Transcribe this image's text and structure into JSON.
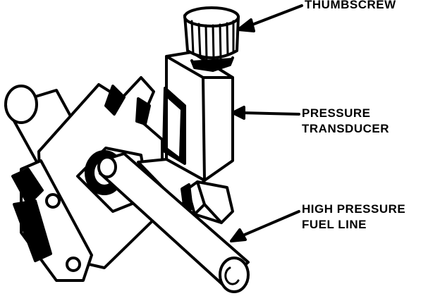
{
  "labels": {
    "thumbscrew": "THUMBSCREW",
    "pressure_transducer": [
      "PRESSURE",
      "TRANSDUCER"
    ],
    "high_pressure_fuel_line": [
      "HIGH PRESSURE",
      "FUEL LINE"
    ]
  },
  "colors": {
    "ink": "#000000",
    "paper": "#ffffff"
  }
}
